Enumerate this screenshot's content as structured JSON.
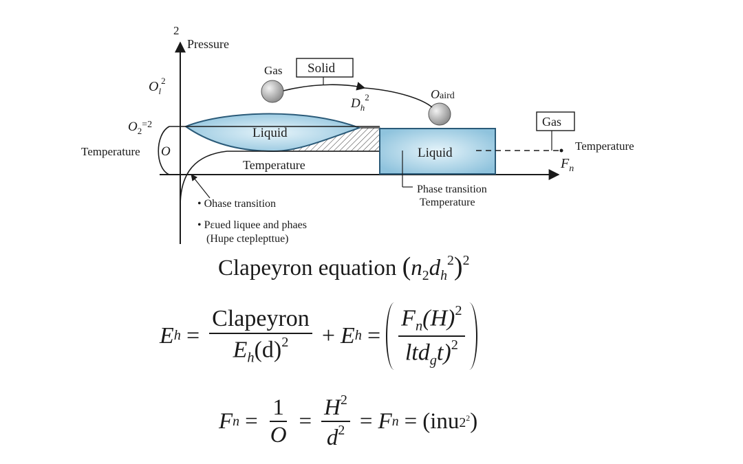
{
  "diagram": {
    "axis_y_superscript": "2",
    "axis_y_label": "Pressure",
    "label_o1": "O",
    "label_o1_sub": "l",
    "label_o1_sup": "2",
    "label_o2": "O",
    "label_o2_sub": "2",
    "label_o2_rest": "=2",
    "label_temperature_left": "Temperature",
    "label_origin": "O",
    "label_gas_top": "Gas",
    "box_solid": "Solid",
    "label_dh": "D",
    "label_dh_sub": "h",
    "label_dh_sup": "2",
    "label_oaird": "O",
    "label_oaird_rest": "aird",
    "box_gas_right": "Gas",
    "label_temperature_right": "Temperature",
    "label_fn": "F",
    "label_fn_sub": "n",
    "lens_liquid": "Liquid",
    "lower_temperature": "Temperature",
    "box_liquid_right": "Liquid",
    "phase_note_line1": "Phase transition",
    "phase_note_line2": "Temperature",
    "bullet1": "• Ohase transition",
    "bullet2": "• Pɛued liquee and phaes",
    "bullet2_cont": "(Hupe cteplepttue)",
    "colors": {
      "liquid_fill": "#a9d4e8",
      "liquid_stroke": "#2a5a78",
      "ball": "#b8b8b8"
    }
  },
  "equations": {
    "title_text": "Clapeyron equation",
    "title_paren_open": "(",
    "title_n": "n",
    "title_n_sub": "2",
    "title_d": "d",
    "title_d_sub": "h",
    "title_d_sup": "2",
    "title_paren_close": ")",
    "title_outer_sup": "2",
    "eq1_lhs": "E",
    "eq1_lhs_sub": "h",
    "eq_equals": "=",
    "eq1_frac_num": "Clapeyron",
    "eq1_frac_den_e": "E",
    "eq1_frac_den_sub": "h",
    "eq1_frac_den_rest": "(d)",
    "eq1_frac_den_sup": "2",
    "eq1_plus": "+",
    "eq1_mid": "E",
    "eq1_mid_sub": "h",
    "eq1_rfrac_num_f": "F",
    "eq1_rfrac_num_sub": "n",
    "eq1_rfrac_num_rest": "(H)",
    "eq1_rfrac_num_sup": "2",
    "eq1_rfrac_den_a": "ltd",
    "eq1_rfrac_den_sub": "g",
    "eq1_rfrac_den_b": "t)",
    "eq1_rfrac_den_sup": "2",
    "eq2_lhs": "F",
    "eq2_lhs_sub": "n",
    "eq2_frac1_num": "1",
    "eq2_frac1_den": "O",
    "eq2_frac2_num": "H",
    "eq2_frac2_num_sup": "2",
    "eq2_frac2_den": "d",
    "eq2_frac2_den_sup": "2",
    "eq2_rhs": "F",
    "eq2_rhs_sub": "n",
    "eq2_tail": "(inu",
    "eq2_tail_sup": "2",
    "eq2_tail_sup2": "2",
    "eq2_close": ")"
  }
}
